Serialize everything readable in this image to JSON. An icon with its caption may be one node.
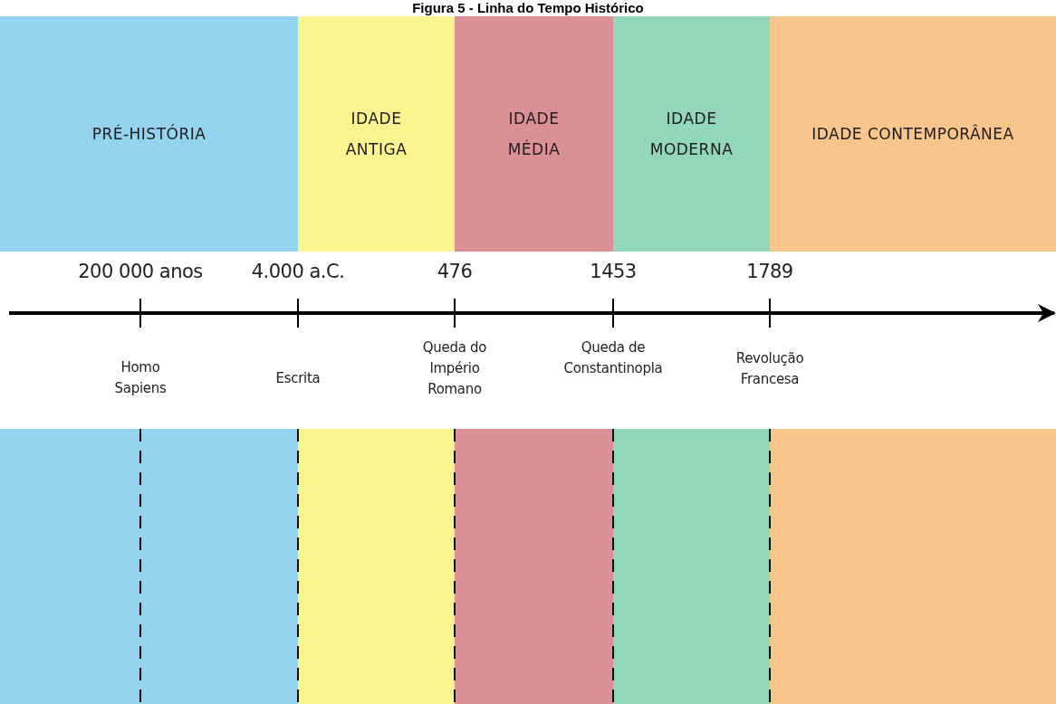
{
  "diagram": {
    "title": "Figura 5 - Linha do Tempo Histórico",
    "nodes": [
      {
        "text": [
          "PRÉ-HISTÓRIA"
        ]
      },
      {
        "text": [
          "IDADE ANTIGA"
        ]
      },
      {
        "text": [
          "IDADE MÉDIA"
        ]
      },
      {
        "text": [
          "IDADE MODERNA"
        ]
      },
      {
        "text": [
          "IDADE CONTEMPORÂNEA"
        ]
      }
    ],
    "edges": [],
    "labels": [
      "200 000 anos",
      "4.000 a.C.",
      "476",
      "1453",
      "1789",
      "Homo Sapiens",
      "Escrita",
      "Queda do Império Romano",
      "Queda de Constantinopla",
      "Revolução Francesa"
    ]
  }
}
